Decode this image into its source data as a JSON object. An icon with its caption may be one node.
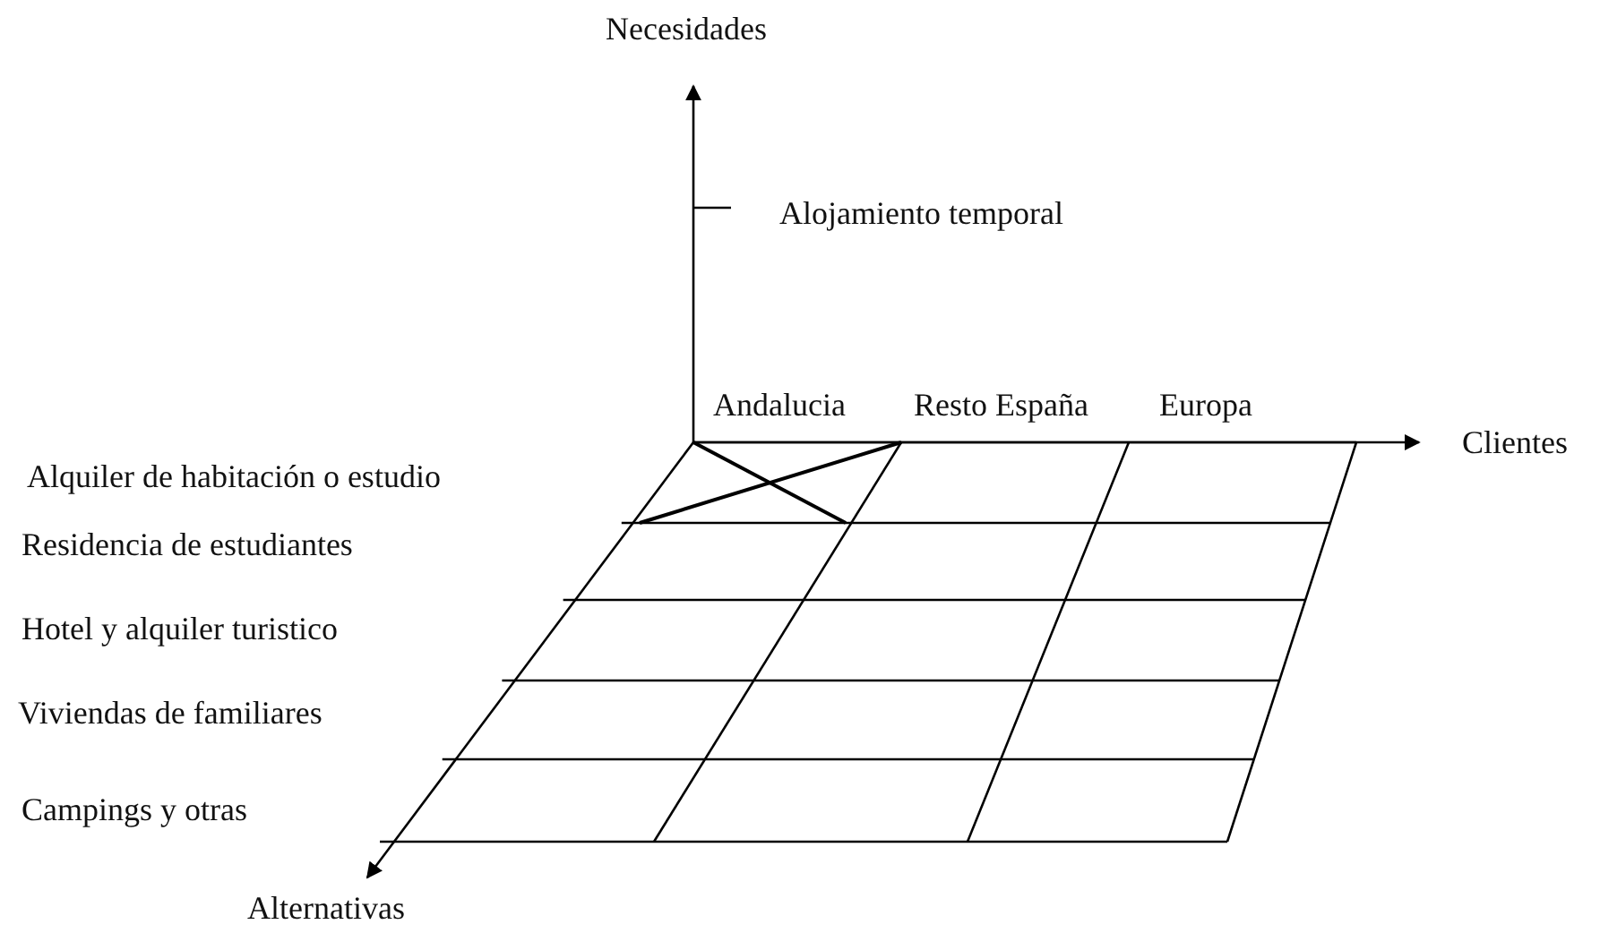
{
  "diagram": {
    "labels": [
      "Necesidades",
      "Alojamiento temporal",
      "Andalucia",
      "Resto España",
      "Europa",
      "Clientes",
      "Alquiler de habitación o estudio",
      "Residencia de estudiantes",
      "Hotel y alquiler turistico",
      "Viviendas de familiares",
      "Campings y otras",
      "Alternativas"
    ]
  }
}
